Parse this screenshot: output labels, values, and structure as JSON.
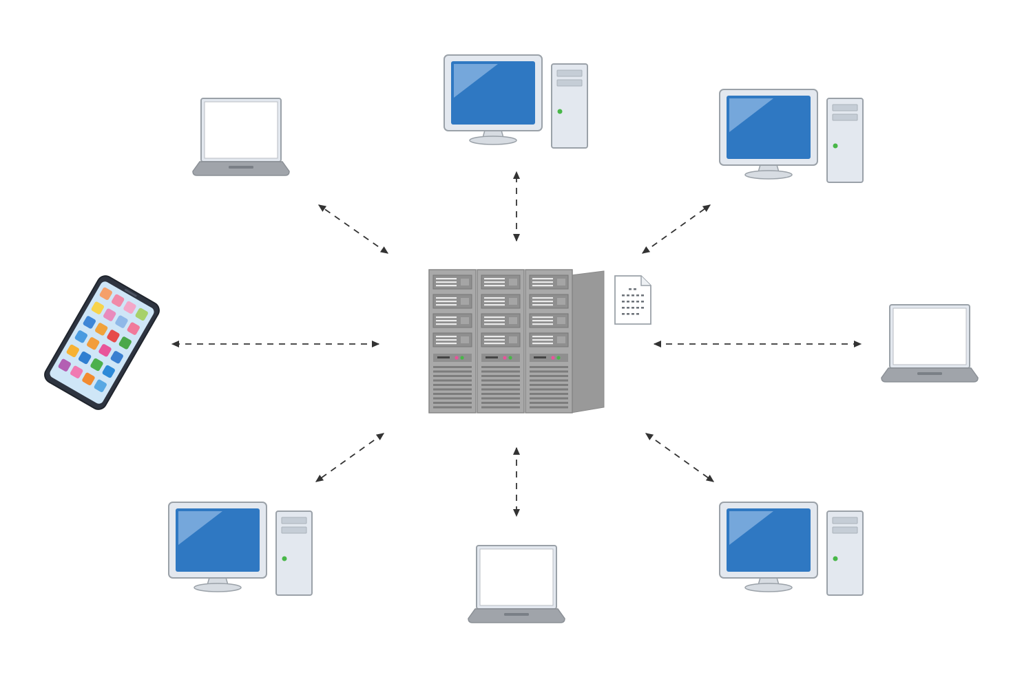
{
  "diagram": {
    "type": "client-server-network",
    "server": {
      "icon": "server-rack-icon",
      "rack_units": 3,
      "attachment": "document-icon"
    },
    "clients": [
      {
        "id": "top-left",
        "icon": "laptop-icon"
      },
      {
        "id": "top",
        "icon": "desktop-computer-icon"
      },
      {
        "id": "top-right",
        "icon": "desktop-computer-icon"
      },
      {
        "id": "left",
        "icon": "smartphone-icon"
      },
      {
        "id": "right",
        "icon": "laptop-icon"
      },
      {
        "id": "bottom-left",
        "icon": "desktop-computer-icon"
      },
      {
        "id": "bottom",
        "icon": "laptop-icon"
      },
      {
        "id": "bottom-right",
        "icon": "desktop-computer-icon"
      }
    ],
    "links": [
      {
        "from": "server",
        "to": "top-left",
        "style": "dashed",
        "arrows": "both"
      },
      {
        "from": "server",
        "to": "top",
        "style": "dashed",
        "arrows": "both"
      },
      {
        "from": "server",
        "to": "top-right",
        "style": "dashed",
        "arrows": "both"
      },
      {
        "from": "server",
        "to": "left",
        "style": "dashed",
        "arrows": "both"
      },
      {
        "from": "server",
        "to": "right",
        "style": "dashed",
        "arrows": "both"
      },
      {
        "from": "server",
        "to": "bottom-left",
        "style": "dashed",
        "arrows": "both"
      },
      {
        "from": "server",
        "to": "bottom",
        "style": "dashed",
        "arrows": "both"
      },
      {
        "from": "server",
        "to": "bottom-right",
        "style": "dashed",
        "arrows": "both"
      }
    ],
    "colors": {
      "screen_blue": "#2f78c2",
      "device_frame": "#e3e8ef",
      "device_outline": "#9aa1a8",
      "laptop_base": "#a0a4aa",
      "server_body": "#a9a9a9",
      "link_line": "#333333",
      "power_led": "#48b748"
    },
    "phone_app_colors": [
      "#f5a06a",
      "#f08aa8",
      "#f3a7c8",
      "#a7d16a",
      "#f7d34a",
      "#e88bbd",
      "#8fb8e8",
      "#f07a9b",
      "#3f86d6",
      "#f0a33c",
      "#e64b4b",
      "#4aa84a",
      "#4a9be0",
      "#f29d3c",
      "#e8549a",
      "#3a7fd0",
      "#f7b233",
      "#2f7fd1",
      "#4cb04c",
      "#2d8ad8",
      "#b35fb3",
      "#f07ab2",
      "#f28b30",
      "#58a8e3"
    ]
  }
}
